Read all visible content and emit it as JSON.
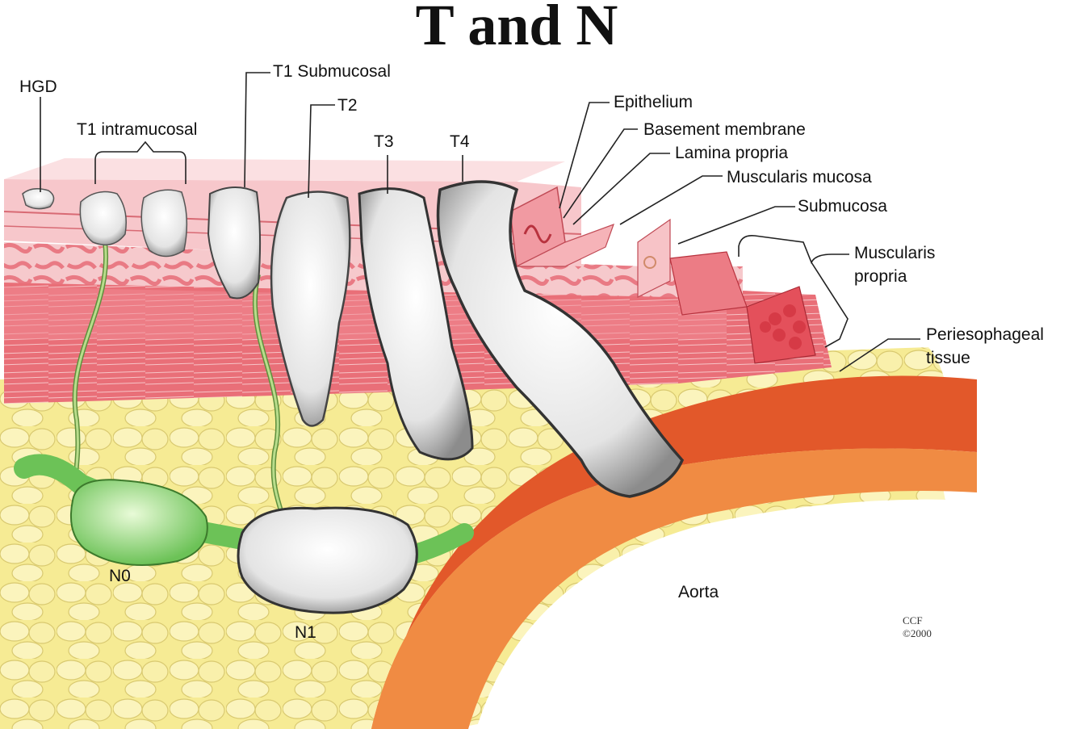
{
  "title": "T and N",
  "labels": {
    "hgd": "HGD",
    "t1_intramucosal": "T1 intramucosal",
    "t1_submucosal": "T1 Submucosal",
    "t2": "T2",
    "t3": "T3",
    "t4": "T4",
    "epithelium": "Epithelium",
    "basement_membrane": "Basement membrane",
    "lamina_propria": "Lamina propria",
    "muscularis_mucosa": "Muscularis mucosa",
    "submucosa": "Submucosa",
    "muscularis_propria_1": "Muscularis",
    "muscularis_propria_2": "propria",
    "periesophageal_1": "Periesophageal",
    "periesophageal_2": "tissue",
    "n0": "N0",
    "n1": "N1",
    "aorta": "Aorta",
    "credit_1": "CCF",
    "credit_2": "©2000"
  },
  "colors": {
    "fat": "#f7ee9a",
    "mucosa": "#f3b8bd",
    "muscle": "#e0646e",
    "tumor": "#ececec",
    "node": "#8fd97a",
    "aorta": "#e2582a"
  }
}
